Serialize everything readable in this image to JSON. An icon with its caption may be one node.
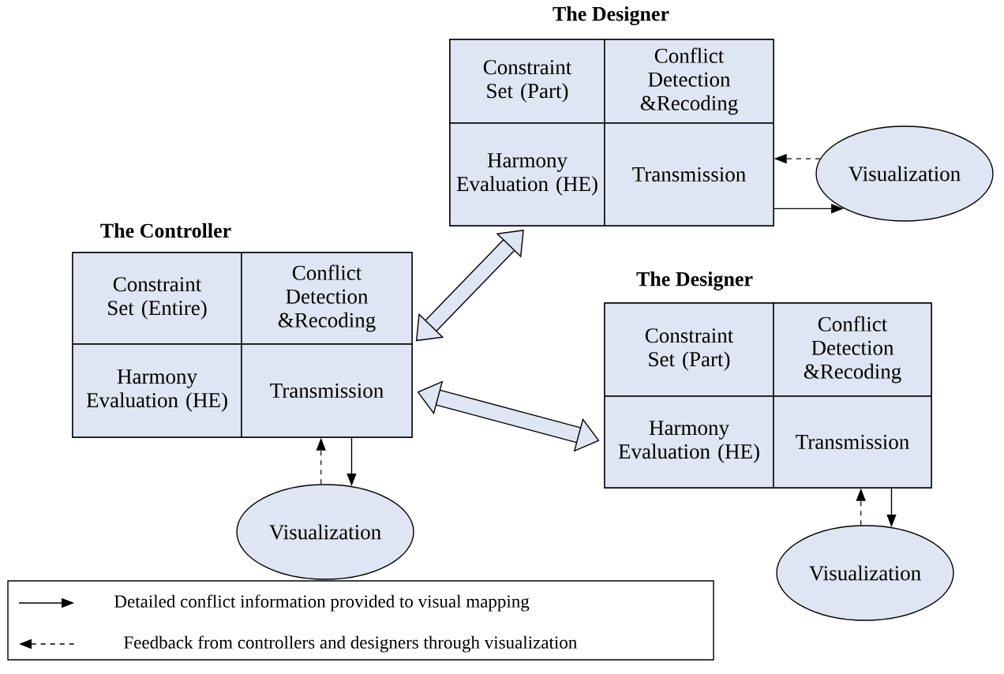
{
  "diagram": {
    "nodes": [
      {
        "text": [
          "The Designer"
        ]
      },
      {
        "text": [
          "Constraint Set (Part)"
        ],
        "in": 0
      },
      {
        "text": [
          "Conflict Detection &Recoding"
        ],
        "in": 0
      },
      {
        "text": [
          "Harmony Evaluation (HE)"
        ],
        "in": 0
      },
      {
        "text": [
          "Transmission"
        ],
        "in": 0
      },
      {
        "text": [
          "Visualization"
        ]
      },
      {
        "text": [
          "The Controller"
        ]
      },
      {
        "text": [
          "Constraint Set (Entire)"
        ],
        "in": 6
      },
      {
        "text": [
          "Conflict Detection &Recoding"
        ],
        "in": 6
      },
      {
        "text": [
          "Harmony Evaluation (HE)"
        ],
        "in": 6
      },
      {
        "text": [
          "Transmission"
        ],
        "in": 6
      },
      {
        "text": [
          "The Designer"
        ]
      },
      {
        "text": [
          "Constraint Set (Part)"
        ],
        "in": 11
      },
      {
        "text": [
          "Conflict Detection &Recoding"
        ],
        "in": 11
      },
      {
        "text": [
          "Harmony Evaluation (HE)"
        ],
        "in": 11
      },
      {
        "text": [
          "Transmission"
        ],
        "in": 11
      },
      {
        "text": [
          "Visualization"
        ]
      },
      {
        "text": [
          "Visualization"
        ]
      }
    ],
    "edges": [
      {
        "from": 8,
        "to": 3,
        "arrow": "both",
        "style": "thick"
      },
      {
        "from": 10,
        "to": 14,
        "arrow": "both",
        "style": "thick"
      },
      {
        "from": 4,
        "to": 5,
        "arrow": "to"
      },
      {
        "from": 5,
        "to": 4,
        "arrow": "to",
        "style": "dashed"
      },
      {
        "from": 10,
        "to": 16,
        "arrow": "to"
      },
      {
        "from": 16,
        "to": 10,
        "arrow": "to",
        "style": "dashed"
      },
      {
        "from": 15,
        "to": 17,
        "arrow": "to"
      },
      {
        "from": 17,
        "to": 15,
        "arrow": "to",
        "style": "dashed"
      }
    ],
    "legend": [
      {
        "text": "Detailed conflict information provided to visual mapping"
      },
      {
        "text": "Feedback from controllers and designers through visualization"
      }
    ]
  }
}
